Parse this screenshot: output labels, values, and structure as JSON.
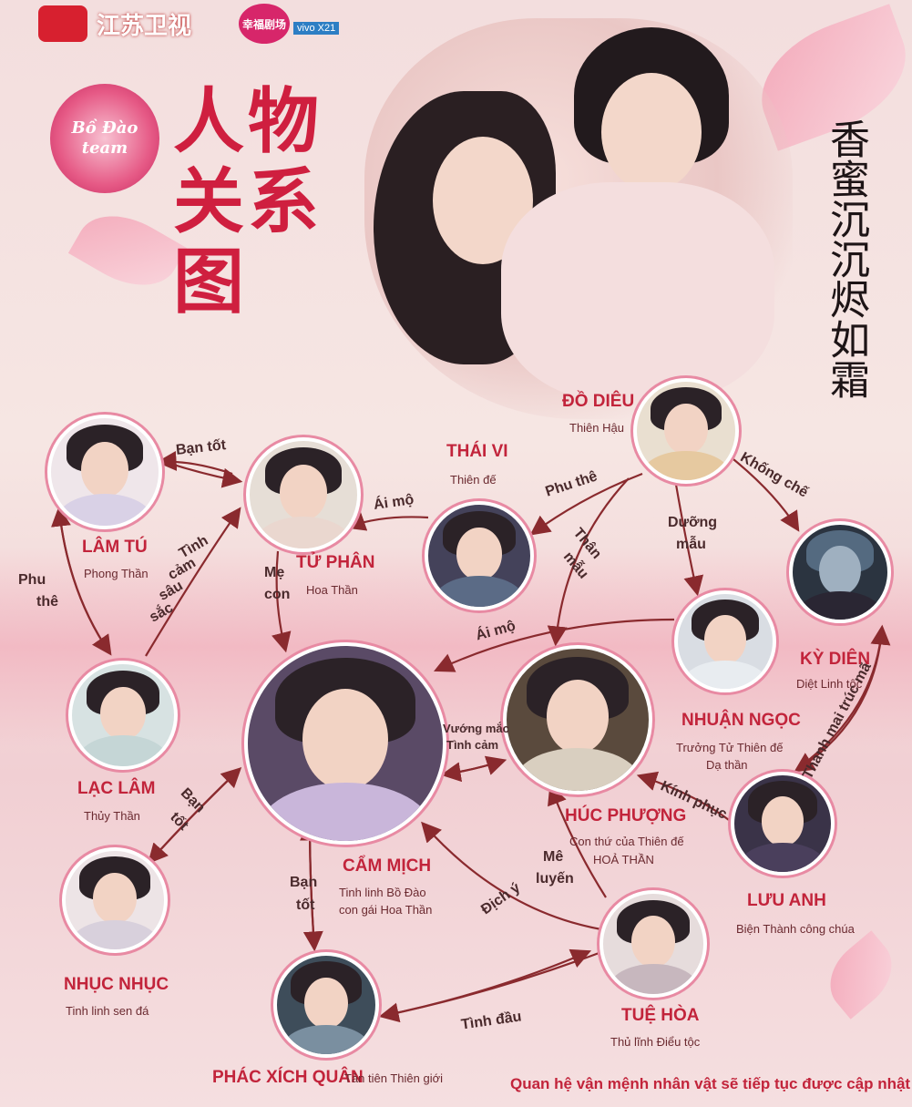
{
  "brand": {
    "channel": "江苏卫视",
    "program_badge": "幸福剧场",
    "sponsor": "vivo X21",
    "team": "Bồ Đào team"
  },
  "title_calligraphy": "人物关系图",
  "drama_title": "香蜜沉沉烬如霜",
  "characters": {
    "lam_tu": {
      "name": "LÂM TÚ",
      "role": "Phong Thần"
    },
    "tu_phan": {
      "name": "TỬ PHÂN",
      "role": "Hoa Thần"
    },
    "thai_vi": {
      "name": "THÁI VI",
      "role": "Thiên đế"
    },
    "do_dieu": {
      "name": "ĐỒ DIÊU",
      "role": "Thiên Hậu"
    },
    "ky_dien": {
      "name": "KỲ DIÊN",
      "role": "Diệt Linh tộc"
    },
    "lac_lam": {
      "name": "LẠC LÂM",
      "role": "Thủy Thần"
    },
    "cam_mich": {
      "name": "CẨM MỊCH",
      "role_line1": "Tinh linh Bồ Đào",
      "role_line2": "con gái Hoa Thần"
    },
    "nhuan_ngoc": {
      "name": "NHUẬN NGỌC",
      "role_line1": "Trưởng Tử Thiên đế",
      "role_line2": "Dạ thần"
    },
    "huc_phuong": {
      "name": "HÚC PHƯỢNG",
      "role_line1": "Con thứ của Thiên đế",
      "role_line2": "HOẢ THẦN"
    },
    "luu_anh": {
      "name": "LƯU ANH",
      "role": "Biện Thành công chúa"
    },
    "nhuc_nhuc": {
      "name": "NHỤC NHỤC",
      "role": "Tinh linh sen đá"
    },
    "tue_hoa": {
      "name": "TUỆ HÒA",
      "role": "Thủ lĩnh Điểu tộc"
    },
    "phac_xich_quan": {
      "name": "PHÁC XÍCH QUÂN",
      "role": "Tản tiên Thiên giới"
    }
  },
  "relations": {
    "ban_tot_top": "Bạn tốt",
    "ai_mo_1": "Ái mộ",
    "phu_the_1": "Phu thê",
    "khong_che": "Khống chế",
    "phu_the_2a": "Phu",
    "phu_the_2b": "thê",
    "tinh_cam_1": "Tình",
    "tinh_cam_2": "cảm",
    "tinh_cam_3": "sâu",
    "tinh_cam_4": "sắc",
    "me_con_1": "Mẹ",
    "me_con_2": "con",
    "than_mau_1": "Thân",
    "than_mau_2": "mẫu",
    "duong_mau_1": "Dưỡng",
    "duong_mau_2": "mẫu",
    "ai_mo_2": "Ái mộ",
    "thanh_mai": "Thanh mai trúc mã",
    "vuong_mac_1": "Vướng mắc",
    "vuong_mac_2": "Tình cảm",
    "kinh_phuc": "Kính phục",
    "ban_tot_left_1": "Bạn",
    "ban_tot_left_2": "tốt",
    "me_luyen_1": "Mê",
    "me_luyen_2": "luyến",
    "dich_y": "Địch ý",
    "ban_tot_mid_1": "Bạn",
    "ban_tot_mid_2": "tốt",
    "tinh_dau": "Tình đầu"
  },
  "footer_note": "Quan hệ vận mệnh nhân vật sẽ tiếp tục được cập nhật",
  "colors": {
    "accent": "#c2243b",
    "ring": "#e88aa3",
    "line": "#8a2a2e"
  }
}
